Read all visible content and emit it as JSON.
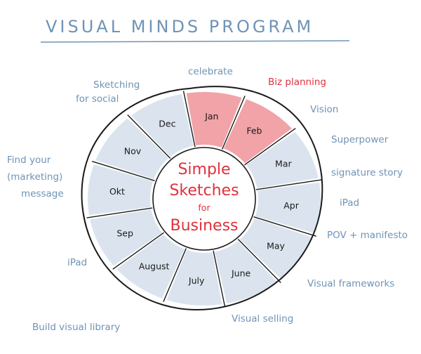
{
  "title": "VISUAL MINDS PROGRAM",
  "center": {
    "line1": "Simple",
    "line2": "Sketches",
    "line3": "for",
    "line4": "Business"
  },
  "months": [
    "Jan",
    "Feb",
    "Mar",
    "Apr",
    "May",
    "June",
    "July",
    "August",
    "Sep",
    "Okt",
    "Nov",
    "Dec"
  ],
  "highlighted_months": [
    "Jan",
    "Feb"
  ],
  "topics": {
    "celebrate": "celebrate",
    "biz_planning": "Biz planning",
    "vision": "Vision",
    "superpower": "Superpower",
    "signature_story": "signature story",
    "ipad_right": "iPad",
    "pov": "POV + manifesto",
    "visual_frameworks": "Visual frameworks",
    "visual_selling": "Visual selling",
    "build_visual_library": "Build visual library",
    "ipad_left": "iPad",
    "find_your_1": "Find your",
    "find_your_2": "(marketing)",
    "find_your_3": "message",
    "sketching_1": "Sketching",
    "sketching_2": "for social"
  },
  "colors": {
    "ink_blue": "#6f93b6",
    "segment_blue": "#dbe4ee",
    "segment_red": "#f1a3a7",
    "accent_red": "#e0313c",
    "outline": "#1a1a1a"
  }
}
